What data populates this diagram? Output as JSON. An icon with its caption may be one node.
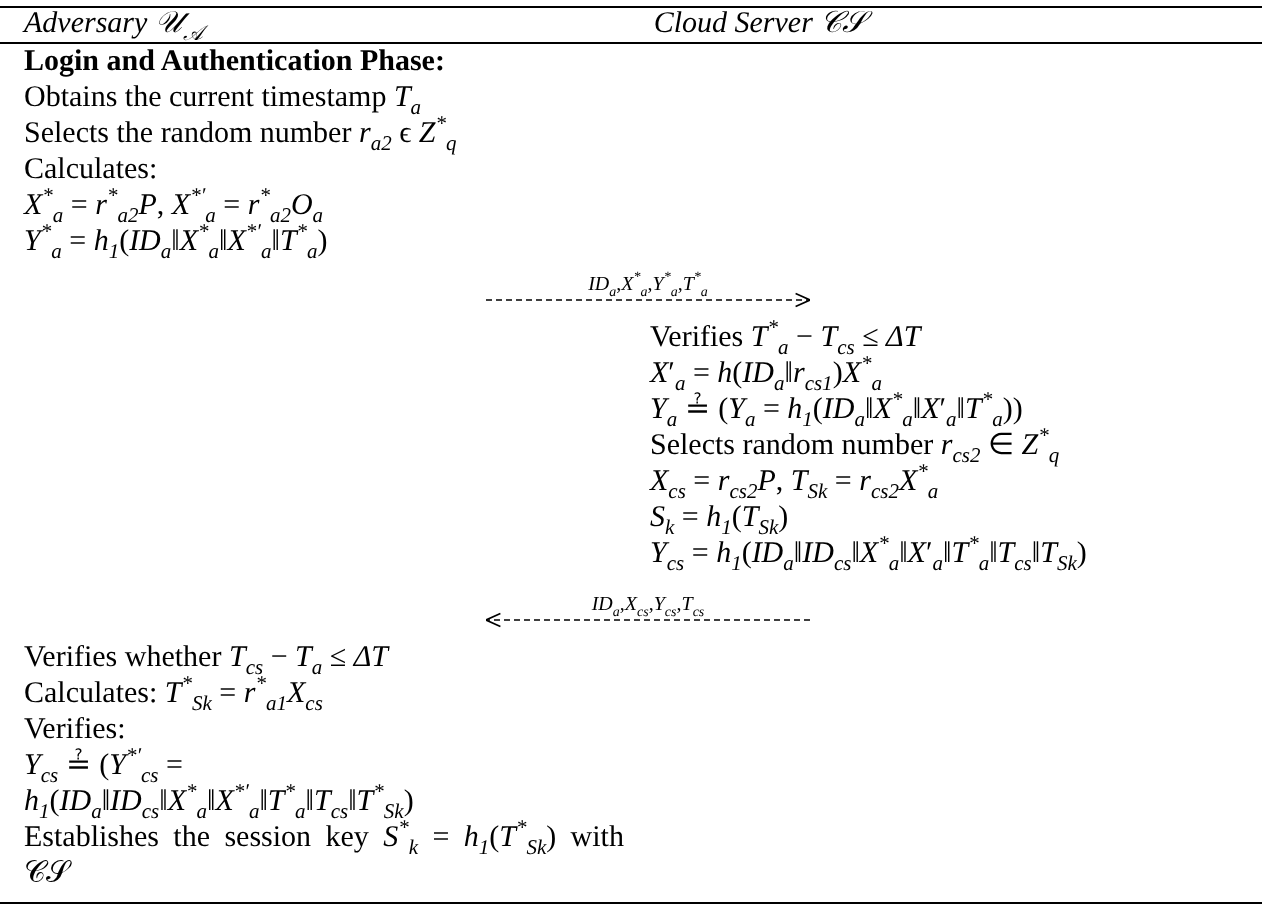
{
  "diagram": {
    "nodes": [
      {
        "text": [
          "Login and Authentication Phase:",
          "Obtains the current timestamp *T*$_{a}$",
          "Selects the random number *r*$_{a2}$ ϵ *Z*$^{*}$$_{q}$",
          "Calculates:",
          "*X*$^{*}$$_{a}$ = *r*$^{*}$$_{a2}$*P*, *X*$^{*′}$$_{a}$ = *r*$^{*}$$_{a2}$*O*$_{a}$",
          "*Y*$^{*}$$_{a}$ = *h*$_{1}$(*ID*$_{a}$‖*X*$^{*}$$_{a}$‖*X*$^{*′}$$_{a}$‖*T*$^{*}$$_{a}$)"
        ]
      },
      {
        "text": [
          "Verifies *T*$^{*}$$_{a}$ − *T*$_{cs}$ ≤ *ΔT*",
          "*X*′$_{a}$ = *h*(*ID*$_{a}$‖*r*$_{cs1}$)*X*$^{*}$$_{a}$",
          "*Y*$_{a}$ ≟ (*Y*$_{a}$ = *h*$_{1}$(*ID*$_{a}$‖*X*$^{*}$$_{a}$‖*X*′$_{a}$‖*T*$^{*}$$_{a}$))",
          "Selects random number *r*$_{cs2}$ ∈ *Z*$^{*}$$_{q}$",
          "*X*$_{cs}$ = *r*$_{cs2}$*P*, *T*$_{Sk}$ = *r*$_{cs2}$*X*$^{*}$$_{a}$",
          "*S*$_{k}$ = *h*$_{1}$(*T*$_{Sk}$)",
          "*Y*$_{cs}$ = *h*$_{1}$(*ID*$_{a}$‖*ID*$_{cs}$‖*X*$^{*}$$_{a}$‖*X*′$_{a}$‖*T*$^{*}$$_{a}$‖*T*$_{cs}$‖*T*$_{Sk}$)"
        ]
      },
      {
        "text": [
          "Verifies whether *T*$_{cs}$ − *T*$_{a}$ ≤ *ΔT*",
          "Calculates: *T*$^{*}$$_{Sk}$ = *r*$^{*}$$_{a1}$*X*$_{cs}$",
          "Verifies:",
          "*Y*$_{cs}$ ≟ (*Y*$^{*′}$$_{cs}$ =",
          "*h*$_{1}$(*ID*$_{a}$‖*ID*$_{cs}$‖*X*$^{*}$$_{a}$‖*X*$^{*′}$$_{a}$‖*T*$^{*}$$_{a}$‖*T*$_{cs}$‖*T*$^{*}$$_{Sk}$)",
          "Establishes the session key *S*$^{*}$$_{k}$ = *h*$_{1}$(*T*$^{*}$$_{Sk}$) with 𝒞𝒮"
        ]
      }
    ],
    "edges": [
      {
        "from": 0,
        "to": 1,
        "arrow": "to",
        "style": "dashed",
        "label": "*ID*$_{a}$,*X*$^{*}$$_{a}$,*Y*$^{*}$$_{a}$,*T*$^{*}$$_{a}$"
      },
      {
        "from": 1,
        "to": 2,
        "arrow": "to",
        "style": "dashed",
        "label": "*ID*$_{a}$,*X*$_{cs}$,*Y*$_{cs}$,*T*$_{cs}$"
      }
    ],
    "labels": [
      "Adversary 𝒰$_{𝒜}$",
      "Cloud Server 𝒞𝒮"
    ]
  }
}
